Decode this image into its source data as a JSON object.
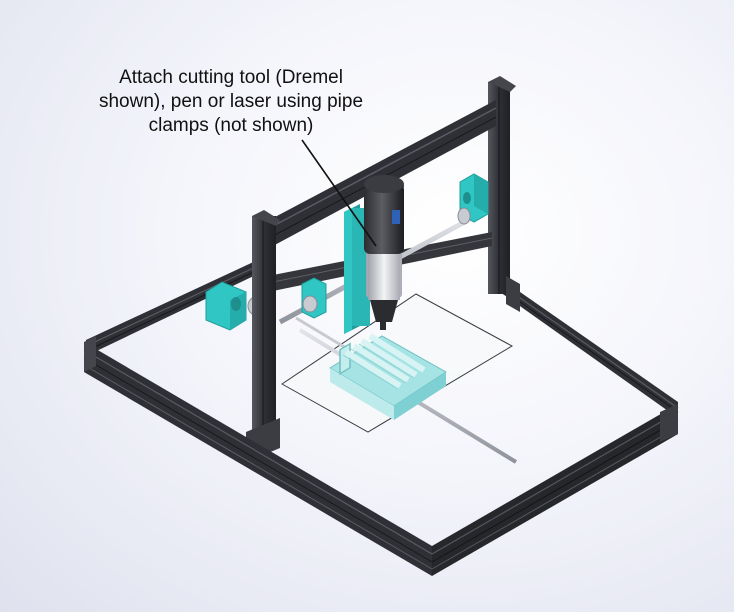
{
  "annotation": {
    "lines": [
      "Attach cutting tool (Dremel",
      "shown), pen or laser using pipe",
      "clamps (not shown)"
    ]
  },
  "colors": {
    "background": "#e8e9f3",
    "aluminum_extrusion": "#2f3035",
    "extrusion_highlight": "#55575e",
    "stepper_motor_bracket": "#2fc6c4",
    "carriage_plate": "#2fc6c4",
    "work_clamp": "#9fe1e2",
    "guide_rod": "#b9bcc4",
    "work_surface_glass": "#f4f6f8"
  },
  "icons": [
    "stepper-motor-icon",
    "dremel-tool-icon",
    "leader-line-icon"
  ]
}
